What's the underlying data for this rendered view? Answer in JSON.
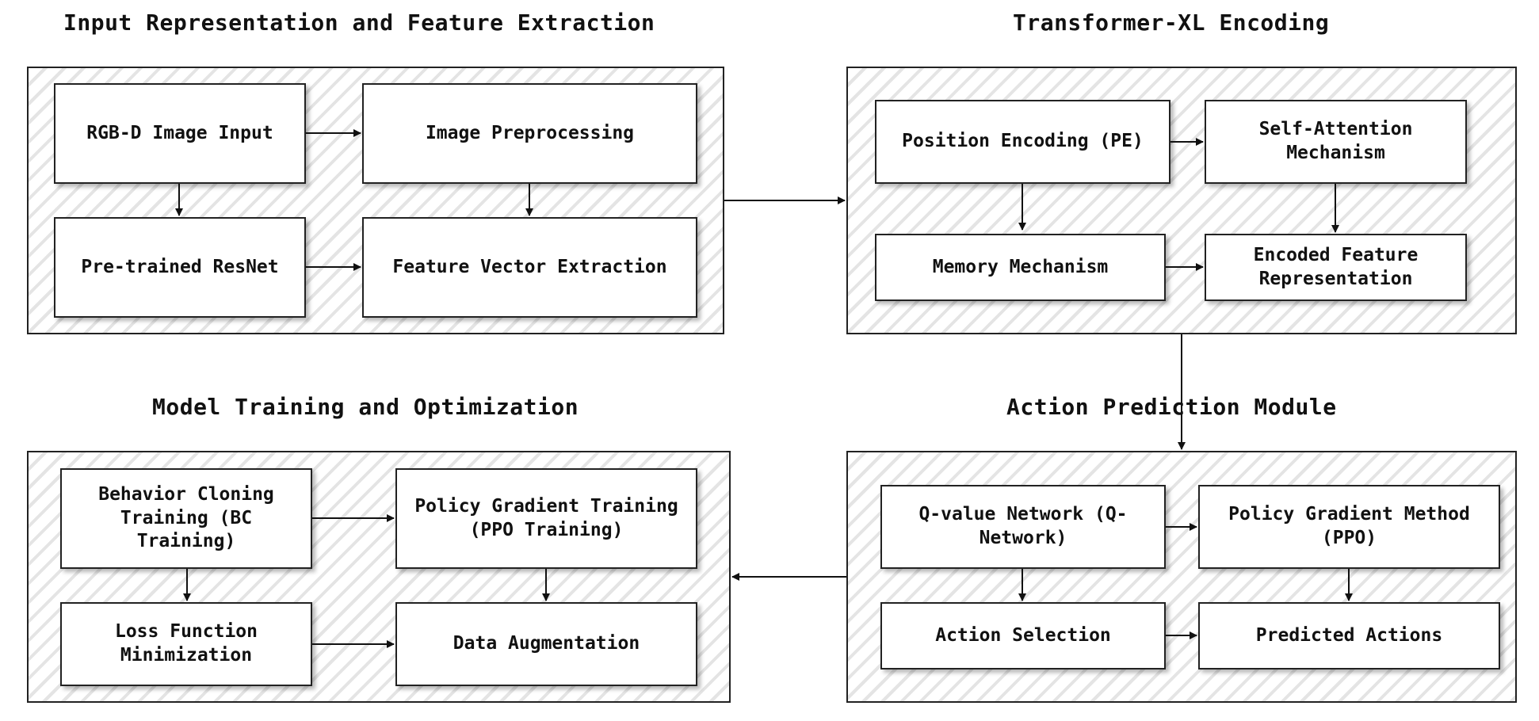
{
  "sections": {
    "input": {
      "title": "Input Representation and Feature Extraction",
      "rgbd": "RGB-D Image Input",
      "preprocessing": "Image Preprocessing",
      "resnet": "Pre-trained ResNet",
      "feature_vector": "Feature Vector Extraction"
    },
    "transformer": {
      "title": "Transformer-XL Encoding",
      "position_encoding": "Position Encoding (PE)",
      "self_attention": "Self-Attention Mechanism",
      "memory": "Memory Mechanism",
      "encoded": "Encoded Feature Representation"
    },
    "training": {
      "title": "Model Training and Optimization",
      "bc": "Behavior Cloning Training (BC Training)",
      "pg": "Policy Gradient Training (PPO Training)",
      "loss": "Loss Function Minimization",
      "augmentation": "Data Augmentation"
    },
    "action": {
      "title": "Action Prediction Module",
      "qnet": "Q-value Network (Q-Network)",
      "pgm": "Policy Gradient Method (PPO)",
      "selection": "Action Selection",
      "predicted": "Predicted Actions"
    }
  }
}
